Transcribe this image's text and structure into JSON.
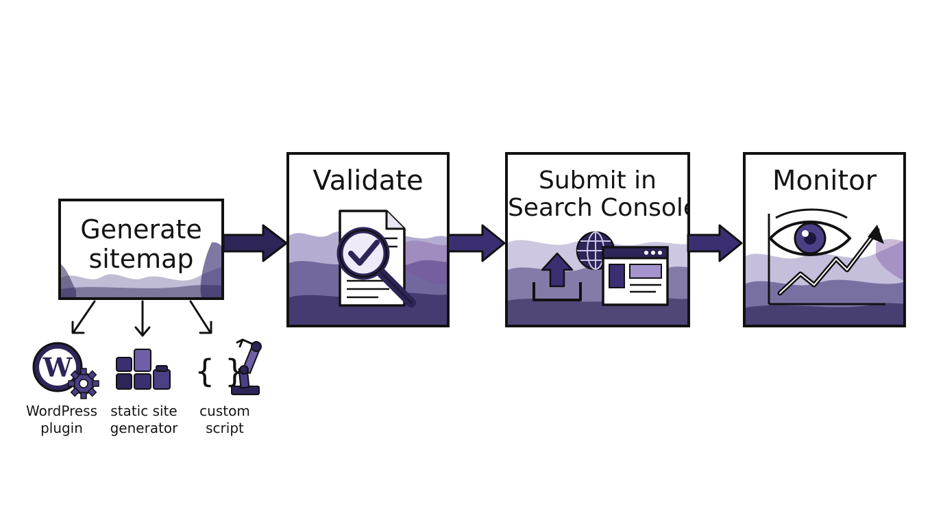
{
  "colors": {
    "ink": "#141414",
    "purple_dark": "#2d2457",
    "purple": "#4b3f86",
    "purple_mid": "#6f5fa8",
    "purple_light": "#a493cf",
    "violet": "#7a4fa0"
  },
  "steps": [
    {
      "title": "Generate sitemap",
      "icon": "none"
    },
    {
      "title": "Validate",
      "icon": "document-magnifier-check-icon"
    },
    {
      "title": "Submit in Search Console",
      "icon": "upload-globe-browser-icon"
    },
    {
      "title": "Monitor",
      "icon": "eye-trend-chart-icon"
    }
  ],
  "generate_options": [
    {
      "label_line1": "WordPress",
      "label_line2": "plugin",
      "icon": "wordpress-gear-icon"
    },
    {
      "label_line1": "static site",
      "label_line2": "generator",
      "icon": "blocks-icon"
    },
    {
      "label_line1": "custom",
      "label_line2": "script",
      "icon": "braces-robot-arm-icon"
    }
  ]
}
